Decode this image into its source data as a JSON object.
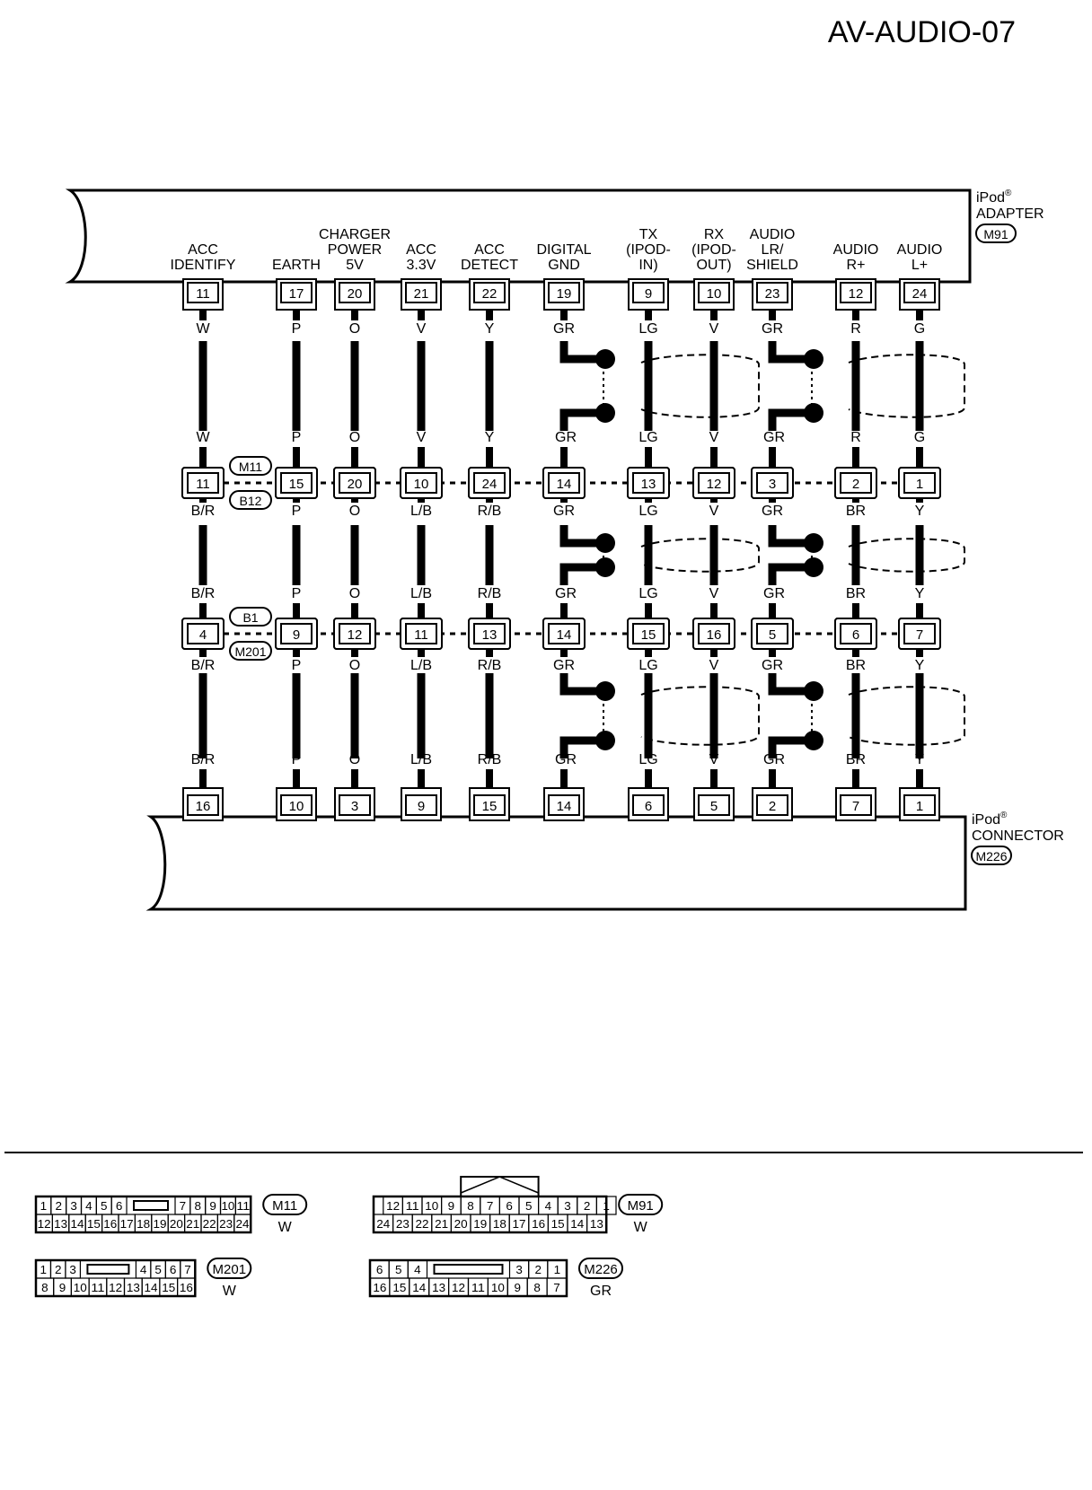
{
  "page_title": "AV-AUDIO-07",
  "adapter": {
    "brand": "iPod",
    "reg": "®",
    "name": "ADAPTER",
    "connector": "M91"
  },
  "ipod_connector": {
    "brand": "iPod",
    "reg": "®",
    "name": "CONNECTOR",
    "connector": "M226"
  },
  "circuits": [
    {
      "label": [
        "ACC",
        "IDENTIFY"
      ],
      "pins": [
        "11",
        "11",
        "4",
        "16"
      ],
      "colors": [
        "W",
        "W",
        "B/R",
        "B/R",
        "B/R",
        "B/R"
      ]
    },
    {
      "label": [
        "EARTH"
      ],
      "pins": [
        "17",
        "15",
        "9",
        "10"
      ],
      "colors": [
        "P",
        "P",
        "P",
        "P",
        "P",
        "P"
      ]
    },
    {
      "label": [
        "CHARGER",
        "POWER",
        "5V"
      ],
      "pins": [
        "20",
        "20",
        "12",
        "3"
      ],
      "colors": [
        "O",
        "O",
        "O",
        "O",
        "O",
        "O"
      ]
    },
    {
      "label": [
        "ACC",
        "3.3V"
      ],
      "pins": [
        "21",
        "10",
        "11",
        "9"
      ],
      "colors": [
        "V",
        "V",
        "L/B",
        "L/B",
        "L/B",
        "L/B"
      ]
    },
    {
      "label": [
        "ACC",
        "DETECT"
      ],
      "pins": [
        "22",
        "24",
        "13",
        "15"
      ],
      "colors": [
        "Y",
        "Y",
        "R/B",
        "R/B",
        "R/B",
        "R/B"
      ]
    },
    {
      "label": [
        "DIGITAL",
        "GND"
      ],
      "pins": [
        "19",
        "14",
        "14",
        "14"
      ],
      "colors": [
        "GR",
        "GR",
        "GR",
        "GR",
        "GR",
        "GR"
      ]
    },
    {
      "label": [
        "TX",
        "(IPOD-",
        "IN)"
      ],
      "pins": [
        "9",
        "13",
        "15",
        "6"
      ],
      "colors": [
        "LG",
        "LG",
        "LG",
        "LG",
        "LG",
        "LG"
      ]
    },
    {
      "label": [
        "RX",
        "(IPOD-",
        "OUT)"
      ],
      "pins": [
        "10",
        "12",
        "16",
        "5"
      ],
      "colors": [
        "V",
        "V",
        "V",
        "V",
        "V",
        "V"
      ]
    },
    {
      "label": [
        "AUDIO",
        "LR/",
        "SHIELD"
      ],
      "pins": [
        "23",
        "3",
        "5",
        "2"
      ],
      "colors": [
        "GR",
        "GR",
        "GR",
        "GR",
        "GR",
        "GR"
      ]
    },
    {
      "label": [
        "AUDIO",
        "R+"
      ],
      "pins": [
        "12",
        "2",
        "6",
        "7"
      ],
      "colors": [
        "R",
        "R",
        "BR",
        "BR",
        "BR",
        "BR"
      ]
    },
    {
      "label": [
        "AUDIO",
        "L+"
      ],
      "pins": [
        "24",
        "1",
        "7",
        "1"
      ],
      "colors": [
        "G",
        "G",
        "Y",
        "Y",
        "Y",
        "Y"
      ]
    }
  ],
  "junctions": [
    {
      "upper": "M11",
      "lower": "B12"
    },
    {
      "upper": "B1",
      "lower": "M201"
    }
  ],
  "connector_faces": [
    {
      "id": "M11",
      "color": "W",
      "top": [
        "1",
        "2",
        "3",
        "4",
        "5",
        "6",
        "",
        "7",
        "8",
        "9",
        "10",
        "11"
      ],
      "bottom": [
        "12",
        "13",
        "14",
        "15",
        "16",
        "17",
        "18",
        "19",
        "20",
        "21",
        "22",
        "23",
        "24"
      ]
    },
    {
      "id": "M91",
      "color": "W",
      "top": [
        "12",
        "11",
        "10",
        "9",
        "8",
        "7",
        "6",
        "5",
        "4",
        "3",
        "2",
        "1"
      ],
      "bottom": [
        "24",
        "23",
        "22",
        "21",
        "20",
        "19",
        "18",
        "17",
        "16",
        "15",
        "14",
        "13"
      ]
    },
    {
      "id": "M201",
      "color": "W",
      "top": [
        "1",
        "2",
        "3",
        "",
        "4",
        "5",
        "6",
        "7"
      ],
      "bottom": [
        "8",
        "9",
        "10",
        "11",
        "12",
        "13",
        "14",
        "15",
        "16"
      ]
    },
    {
      "id": "M226",
      "color": "GR",
      "top": [
        "6",
        "5",
        "4",
        "",
        "3",
        "2",
        "1"
      ],
      "bottom": [
        "16",
        "15",
        "14",
        "13",
        "12",
        "11",
        "10",
        "9",
        "8",
        "7"
      ]
    }
  ]
}
